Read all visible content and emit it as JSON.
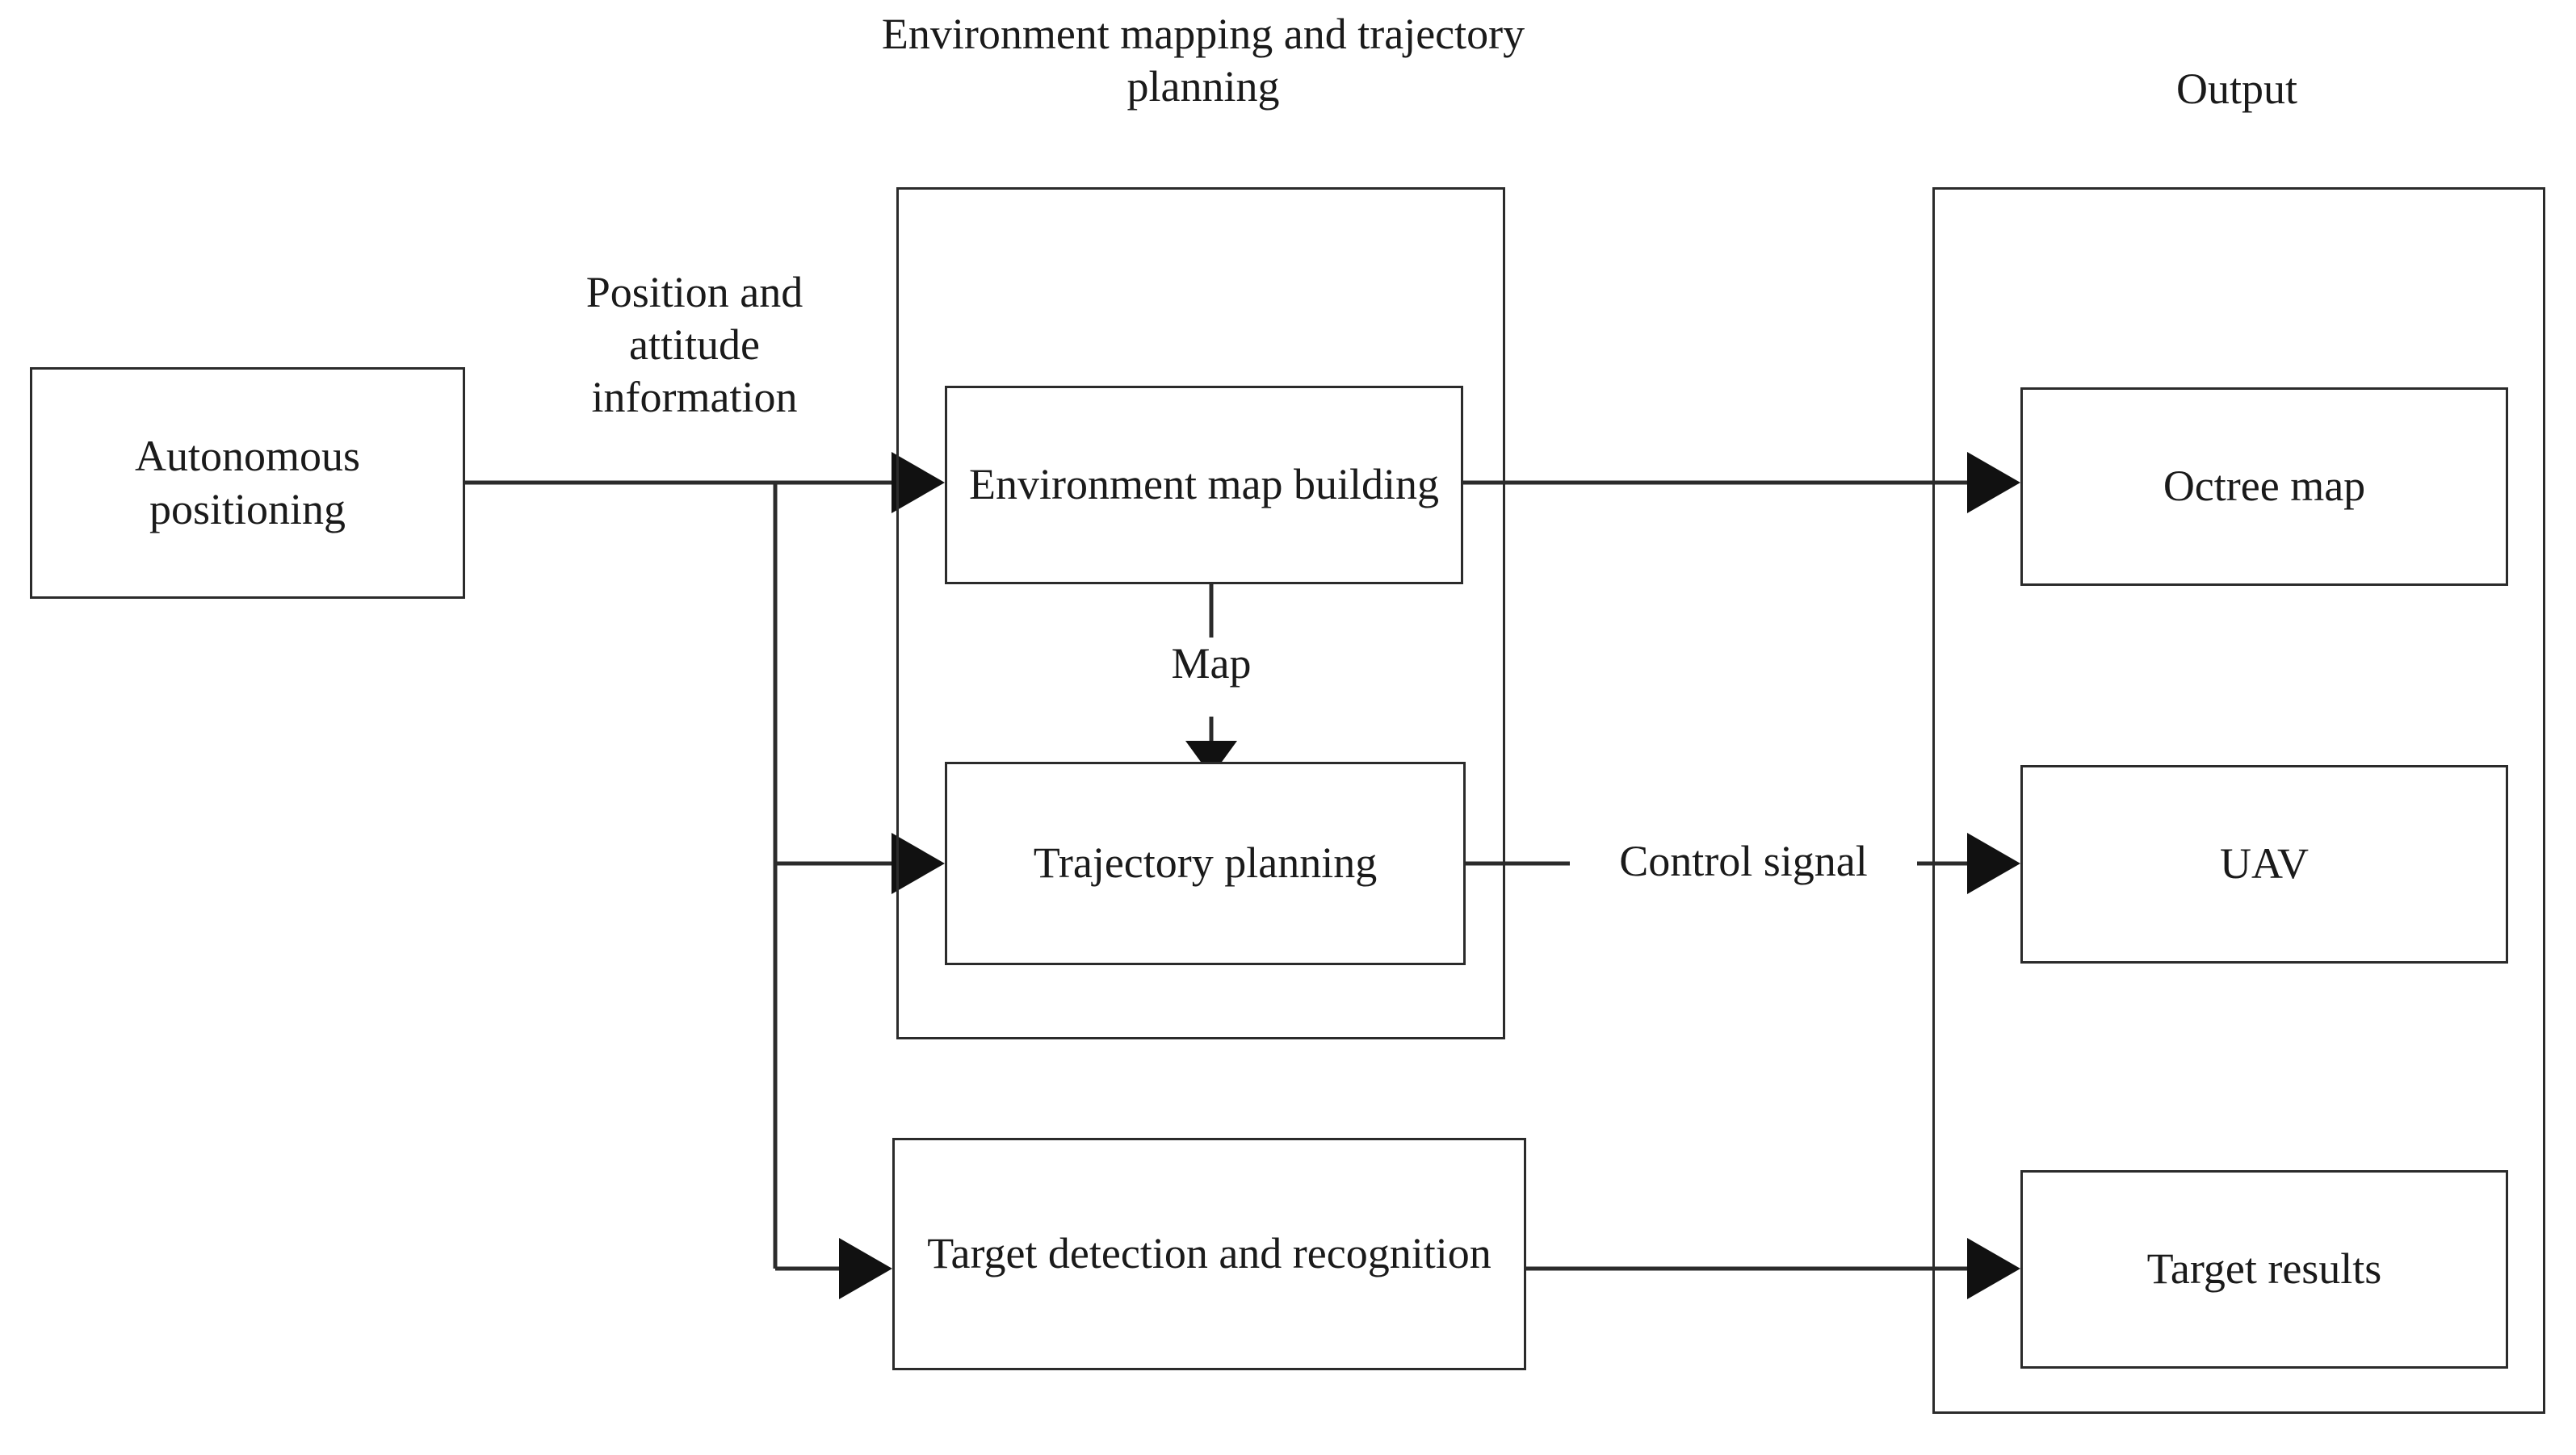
{
  "diagram": {
    "title_hidden": "UAV autonomous system architecture block diagram",
    "groups": [
      {
        "id": "env-group",
        "label": "Environment mapping and\ntrajectory planning"
      },
      {
        "id": "output-group",
        "label": "Output"
      }
    ],
    "nodes": [
      {
        "id": "autonomous-positioning",
        "label": "Autonomous\npositioning"
      },
      {
        "id": "environment-map-building",
        "label": "Environment map\nbuilding"
      },
      {
        "id": "trajectory-planning",
        "label": "Trajectory planning"
      },
      {
        "id": "target-detection-recognition",
        "label": "Target detection and\nrecognition"
      },
      {
        "id": "octree-map",
        "label": "Octree map"
      },
      {
        "id": "uav",
        "label": "UAV"
      },
      {
        "id": "target-results",
        "label": "Target results"
      }
    ],
    "edge_labels": [
      {
        "id": "position-attitude-information",
        "label": "Position and\nattitude\ninformation"
      },
      {
        "id": "map",
        "label": "Map"
      },
      {
        "id": "control-signal",
        "label": "Control signal"
      }
    ],
    "edges": [
      {
        "id": "edge-positioning-to-map-building",
        "from": "autonomous-positioning",
        "to": "environment-map-building",
        "label": "Position and attitude information"
      },
      {
        "id": "edge-positioning-to-trajectory",
        "from": "autonomous-positioning",
        "to": "trajectory-planning",
        "label": "Position and attitude information"
      },
      {
        "id": "edge-positioning-to-target-detection",
        "from": "autonomous-positioning",
        "to": "target-detection-recognition",
        "label": "Position and attitude information"
      },
      {
        "id": "edge-map-building-to-trajectory",
        "from": "environment-map-building",
        "to": "trajectory-planning",
        "label": "Map"
      },
      {
        "id": "edge-map-building-to-octree",
        "from": "environment-map-building",
        "to": "octree-map",
        "label": ""
      },
      {
        "id": "edge-trajectory-to-uav",
        "from": "trajectory-planning",
        "to": "uav",
        "label": "Control signal"
      },
      {
        "id": "edge-target-detection-to-results",
        "from": "target-detection-recognition",
        "to": "target-results",
        "label": ""
      }
    ],
    "colors": {
      "stroke": "#2b2b2b",
      "text": "#1a1a1a",
      "background": "#ffffff"
    }
  }
}
